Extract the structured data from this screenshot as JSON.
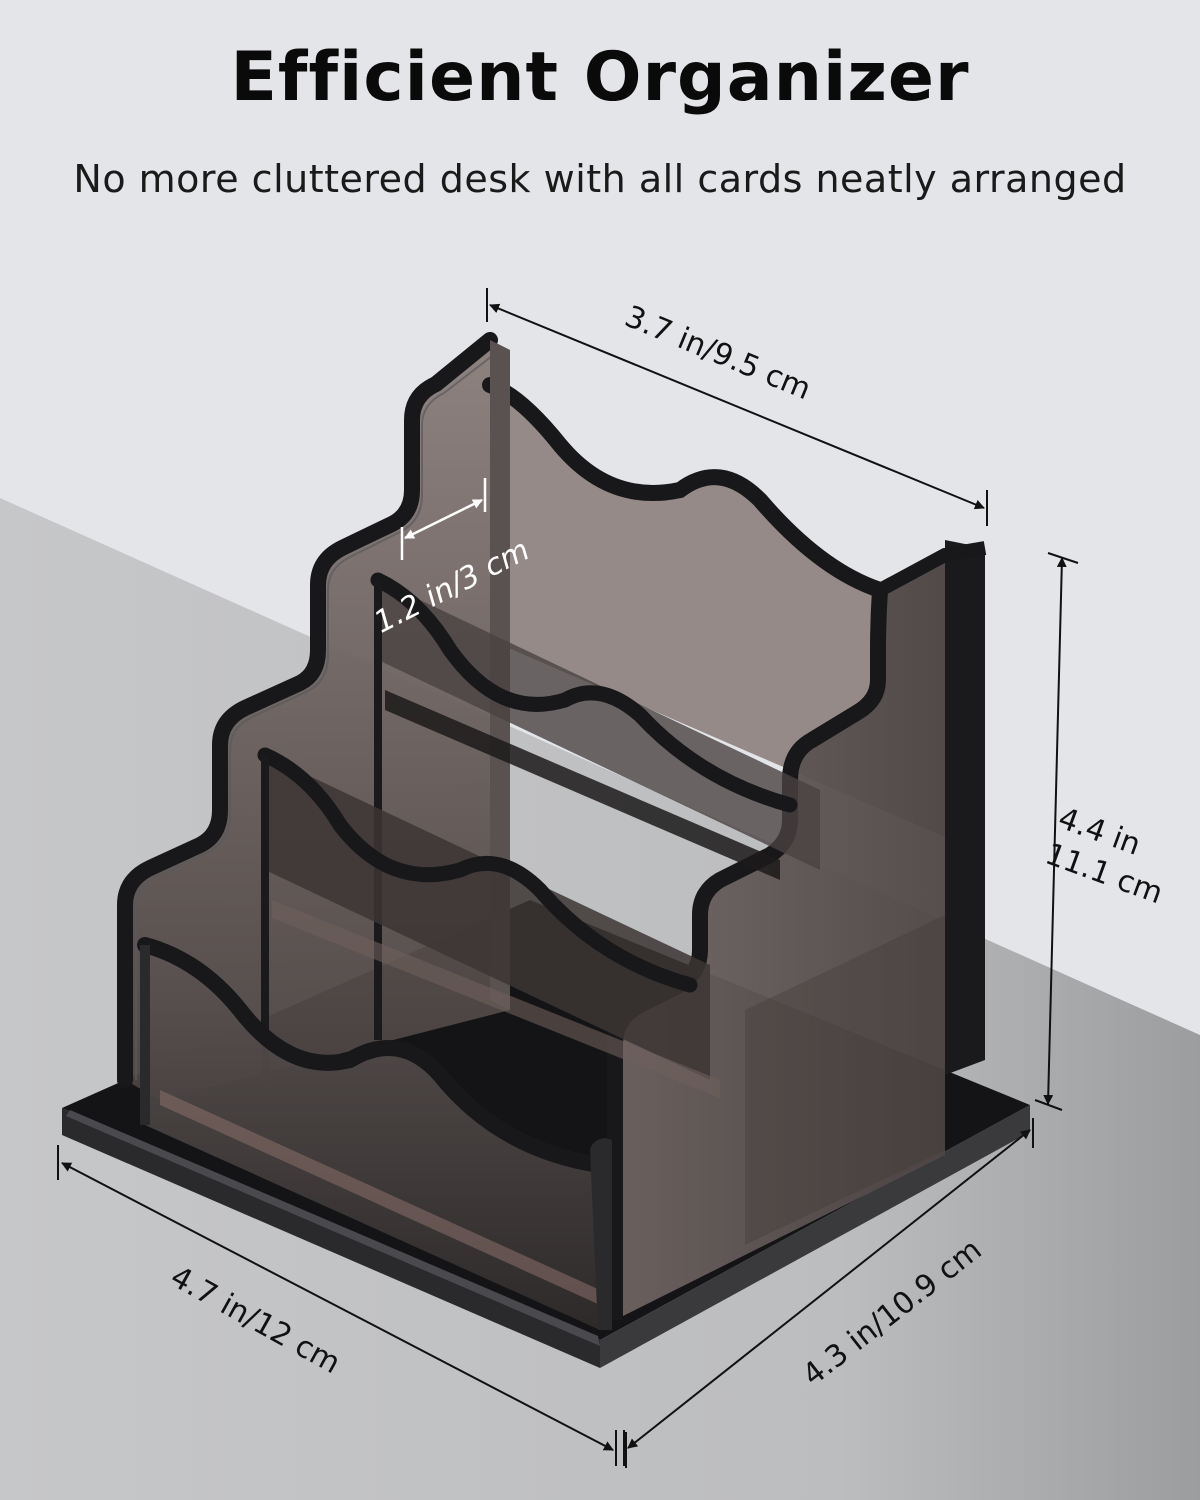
{
  "header": {
    "title": "Efficient Organizer",
    "subtitle": "No more cluttered desk with all cards neatly arranged"
  },
  "dimensions": {
    "depth_top": "3.7 in/9.5 cm",
    "tier_step": "1.2 in/3 cm",
    "height_in": "4.4 in",
    "height_cm": "11.1 cm",
    "width_base": "4.7 in/12 cm",
    "depth_base": "4.3 in/10.9 cm"
  },
  "product": {
    "name": "4-tier acrylic business card holder",
    "color": "smoky brown transparent",
    "tiers": 4
  },
  "colors": {
    "wall": "#e4e5e9",
    "desk": "#c4c5c7",
    "desk_shadow": "#9a9b9d",
    "acrylic": "#6f6260",
    "acrylic_dark": "#3c3535",
    "edge": "#1a1a1c",
    "base": "#1c1c1e"
  }
}
